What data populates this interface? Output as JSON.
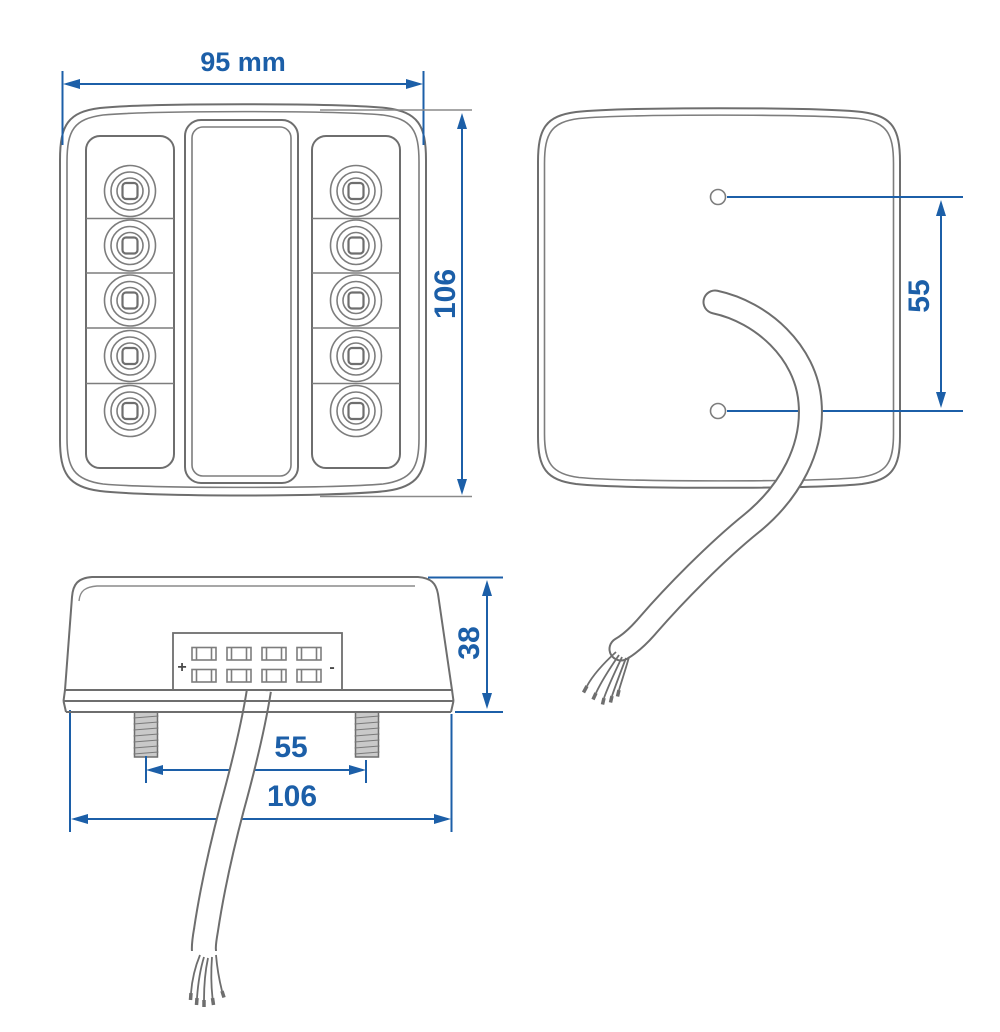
{
  "drawing_title": "trailer-lamp-dimension-drawing",
  "front_view": {
    "width_label": "95 mm",
    "height_label": "106",
    "led_columns": 2,
    "led_rows": 5
  },
  "back_view": {
    "hole_spacing_label": "55"
  },
  "side_view": {
    "height_label": "38",
    "stud_spacing_label": "55",
    "width_label": "106",
    "terminal_plus_label": "+",
    "terminal_minus_label": "-"
  },
  "colors": {
    "dimension_blue": "#1c5fa8",
    "outline_gray": "#6e6e6e",
    "background": "#ffffff",
    "stud_fill": "#c9c9c9"
  }
}
